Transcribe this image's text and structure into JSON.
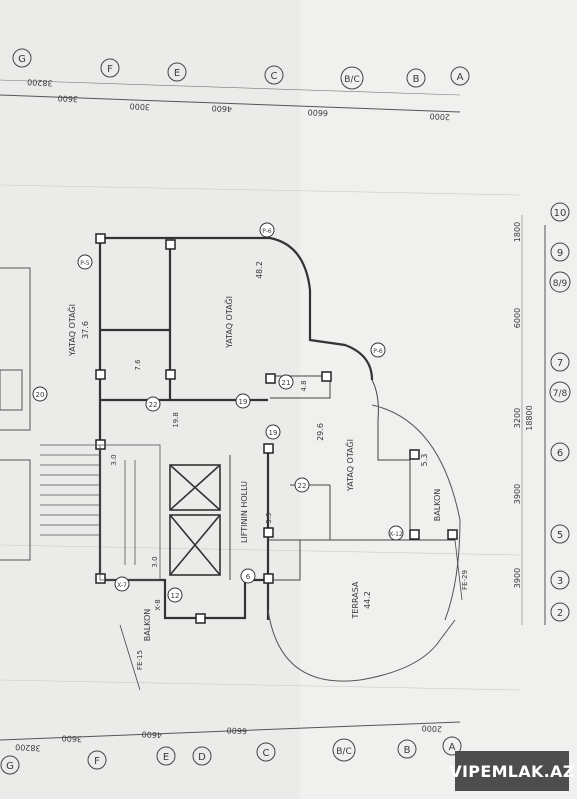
{
  "axes_top": {
    "letters": [
      "G",
      "F",
      "E",
      "C",
      "B/C",
      "B",
      "A"
    ],
    "dims": [
      "38200",
      "3600",
      "3000",
      "4600",
      "6600",
      "2000"
    ]
  },
  "axes_bottom": {
    "letters": [
      "G",
      "F",
      "E",
      "D",
      "C",
      "B/C",
      "B",
      "A"
    ],
    "dims": [
      "38200",
      "3600",
      "4600",
      "6600",
      "2000"
    ]
  },
  "axes_right": {
    "numbers": [
      "10",
      "9",
      "8/9",
      "7",
      "7/8",
      "6",
      "5",
      "3",
      "2"
    ],
    "dims": [
      "1800",
      "6000",
      "3200",
      "18800",
      "3900",
      "3900"
    ]
  },
  "rooms": {
    "bedroom1": {
      "name": "YATAQ OTAĞI",
      "area": "37.6"
    },
    "bedroom2": {
      "name": "YATAQ OTAĞI",
      "area": "48.2"
    },
    "bedroom3": {
      "name": "YATAQ OTAĞI",
      "area": "29.6"
    },
    "lift_hall": {
      "name": "LIFTININ HOLLU"
    },
    "terrace": {
      "name": "TERRASA",
      "area": "44.2"
    },
    "balcony1": {
      "name": "BALKON",
      "area": "5.3"
    },
    "balcony2": {
      "name": "BALKON",
      "area": "X-8"
    }
  },
  "small_areas": [
    "7.6",
    "19.8",
    "4.8",
    "5.3",
    "3.0",
    "3.0"
  ],
  "circle_tags": [
    "20",
    "22",
    "19",
    "21",
    "19",
    "22",
    "6",
    "12",
    "P-5",
    "P-6",
    "P-6",
    "X-7",
    "X-12"
  ],
  "fe_labels": [
    "FE-15",
    "FE-29"
  ],
  "watermark": "VIPEMLAK.AZ"
}
